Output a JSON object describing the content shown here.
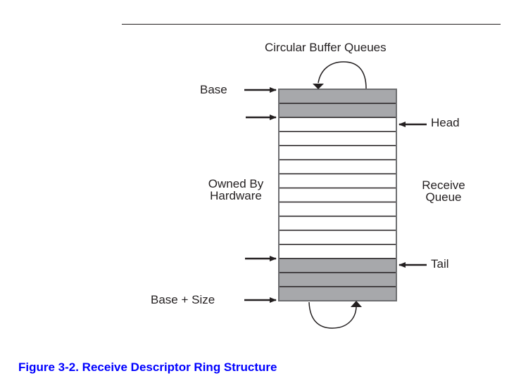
{
  "figure": {
    "title": "Circular Buffer Queues",
    "caption": "Figure 3-2. Receive Descriptor Ring Structure",
    "labels": {
      "base": "Base",
      "head": "Head",
      "owned_by_hardware": [
        "Owned By",
        "Hardware"
      ],
      "receive_queue": [
        "Receive",
        "Queue"
      ],
      "tail": "Tail",
      "base_plus_size": "Base + Size"
    },
    "colors": {
      "caption": "#0000ff",
      "owned_row_fill": "#a7a8ab",
      "free_row_fill": "#ffffff",
      "stroke": "#231f20"
    },
    "ring": {
      "rows": [
        "gray",
        "gray",
        "white",
        "white",
        "white",
        "white",
        "white",
        "white",
        "white",
        "white",
        "white",
        "white",
        "gray",
        "gray",
        "gray"
      ],
      "head_index": 2,
      "tail_index": 12
    }
  }
}
